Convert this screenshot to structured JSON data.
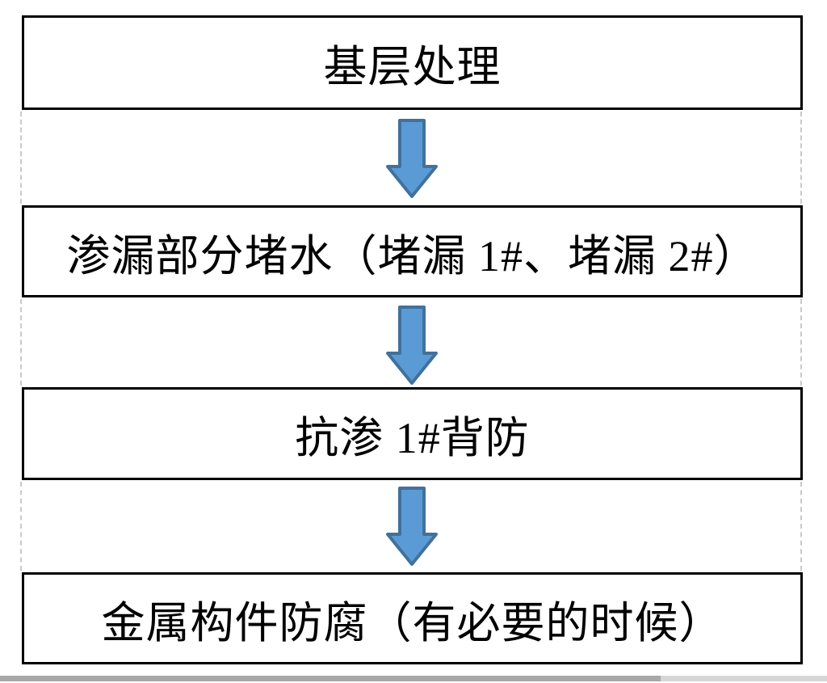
{
  "flowchart": {
    "steps": [
      {
        "id": "base-treatment",
        "label": "基层处理"
      },
      {
        "id": "leak-plugging",
        "label": "渗漏部分堵水（堵漏 1#、堵漏 2#）"
      },
      {
        "id": "anti-seepage-back",
        "label": "抗渗 1#背防"
      },
      {
        "id": "metal-anticorrosion",
        "label": "金属构件防腐（有必要的时候）"
      }
    ],
    "connector": "down-arrow",
    "colors": {
      "box_border": "#000000",
      "box_fill": "#FFFFFF",
      "arrow_fill": "#5B9BD5",
      "arrow_outline": "#41719C",
      "dashed_gridline": "#C9C9C9",
      "scrollbar_thumb": "#A8A8A8",
      "scrollbar_track": "#D6D6D6"
    }
  }
}
